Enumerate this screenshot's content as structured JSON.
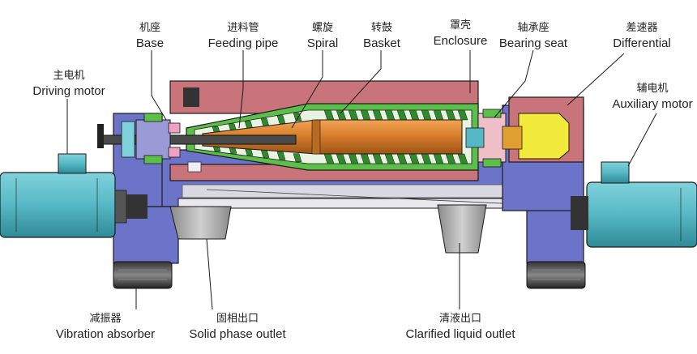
{
  "labels": {
    "driving_motor": {
      "zh": "主电机",
      "en": "Driving motor"
    },
    "base": {
      "zh": "机座",
      "en": "Base"
    },
    "feeding_pipe": {
      "zh": "进料管",
      "en": "Feeding pipe"
    },
    "spiral": {
      "zh": "螺旋",
      "en": "Spiral"
    },
    "basket": {
      "zh": "转鼓",
      "en": "Basket"
    },
    "enclosure": {
      "zh": "罩壳",
      "en": "Enclosure"
    },
    "bearing_seat": {
      "zh": "轴承座",
      "en": "Bearing seat"
    },
    "differential": {
      "zh": "差速器",
      "en": "Differential"
    },
    "auxiliary_motor": {
      "zh": "辅电机",
      "en": "Auxiliary motor"
    },
    "vibration_absorber": {
      "zh": "减振器",
      "en": "Vibration absorber"
    },
    "solid_phase_outlet": {
      "zh": "固相出口",
      "en": "Solid phase outlet"
    },
    "clarified_liquid_outlet": {
      "zh": "清液出口",
      "en": "Clarified liquid outlet"
    }
  },
  "colors": {
    "enclosure": "#c9747a",
    "frame": "#6b74c8",
    "motor": "#56b8c4",
    "basket": "#5cbf4a",
    "spiral_core": "#d97f2c",
    "differential": "#f2ea3a",
    "outline": "#1a1a1a"
  }
}
